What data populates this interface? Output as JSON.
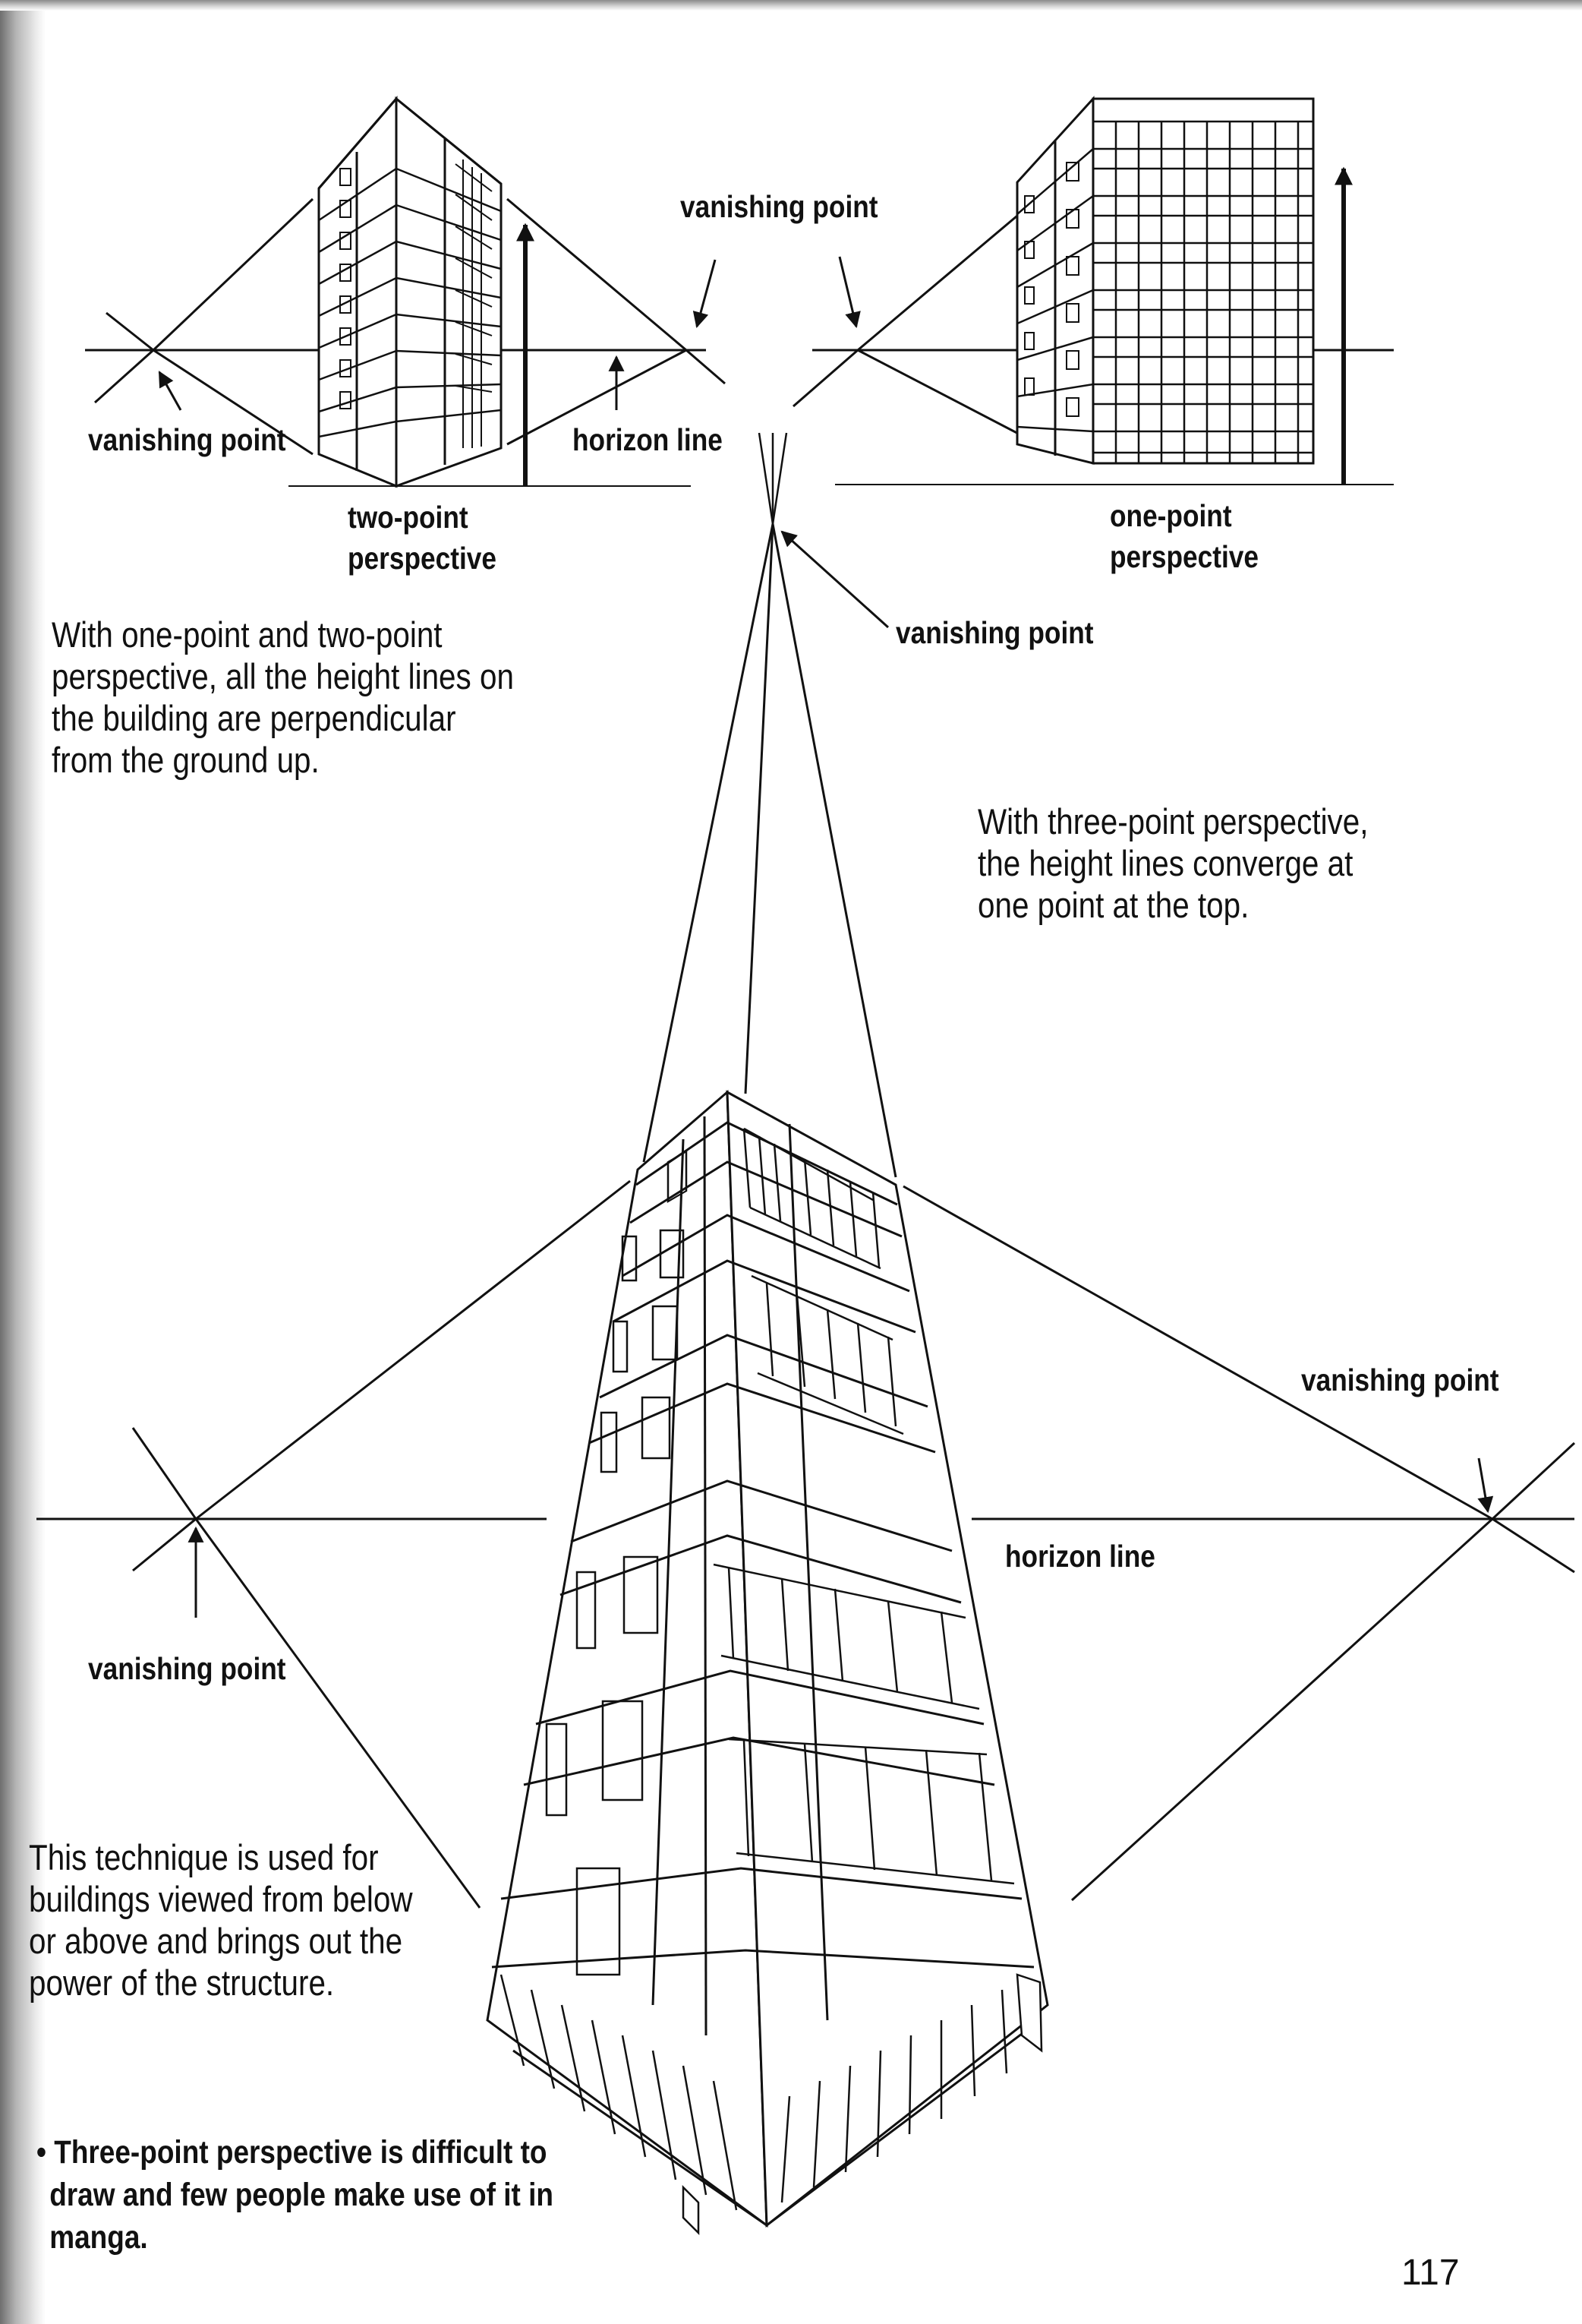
{
  "labels": {
    "vp_top_left": "vanishing point",
    "vp_top_center": "vanishing point",
    "vp_middle": "vanishing point",
    "vp_bottom_right": "vanishing point",
    "vp_bottom_left": "vanishing point",
    "horizon_top": "horizon line",
    "horizon_bottom": "horizon line",
    "two_point_line1": "two-point",
    "two_point_line2": "perspective",
    "one_point_line1": "one-point",
    "one_point_line2": "perspective"
  },
  "paragraphs": {
    "one_two_point": [
      "With one-point and two-point",
      "perspective, all the height lines on",
      "the building are perpendicular",
      "from the ground up."
    ],
    "three_point": [
      "With three-point perspective,",
      "the height lines converge at",
      "one point at the top."
    ],
    "technique": [
      "This technique is used for",
      "buildings viewed from below",
      "or above and brings out the",
      "power of the structure."
    ]
  },
  "note": {
    "bullet": "•",
    "lines": [
      "Three-point perspective is difficult to",
      "draw and few people make use of it in",
      "manga."
    ]
  },
  "page_number": "117",
  "colors": {
    "ink": "#111111",
    "paper": "#ffffff"
  }
}
